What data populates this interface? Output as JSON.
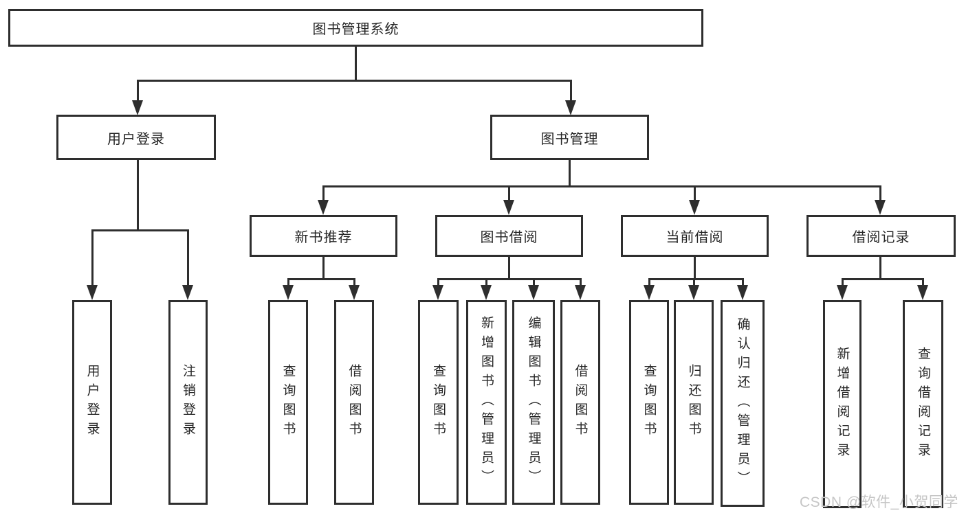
{
  "diagram": {
    "title": "图书管理系统",
    "watermark": "CSDN @软件_小贺同学",
    "colors": {
      "line": "#2e2e2e",
      "text": "#262626",
      "background": "#ffffff",
      "watermark": "#c6c6c6"
    },
    "nodes": {
      "root": {
        "label": "图书管理系统"
      },
      "login_branch": {
        "label": "用户登录"
      },
      "book_mgmt": {
        "label": "图书管理"
      },
      "new_book_rec": {
        "label": "新书推荐"
      },
      "book_borrow": {
        "label": "图书借阅"
      },
      "current_borrow": {
        "label": "当前借阅"
      },
      "borrow_record": {
        "label": "借阅记录"
      },
      "user_login": {
        "label": "用户登录"
      },
      "logout_login": {
        "label": "注销登录"
      },
      "query_book_a": {
        "label": "查询图书"
      },
      "borrow_book_a": {
        "label": "借阅图书"
      },
      "query_book_b": {
        "label": "查询图书"
      },
      "add_book_admin": {
        "label": "新增图书（管理员）"
      },
      "edit_book_admin": {
        "label": "编辑图书（管理员）"
      },
      "borrow_book_b": {
        "label": "借阅图书"
      },
      "query_book_c": {
        "label": "查询图书"
      },
      "return_book": {
        "label": "归还图书"
      },
      "confirm_return_admin": {
        "label": "确认归还（管理员）"
      },
      "add_borrow_record": {
        "label": "新增借阅记录"
      },
      "query_borrow_record": {
        "label": "查询借阅记录"
      }
    },
    "hierarchy": {
      "图书管理系统": {
        "用户登录": [
          "用户登录",
          "注销登录"
        ],
        "图书管理": {
          "新书推荐": [
            "查询图书",
            "借阅图书"
          ],
          "图书借阅": [
            "查询图书",
            "新增图书（管理员）",
            "编辑图书（管理员）",
            "借阅图书"
          ],
          "当前借阅": [
            "查询图书",
            "归还图书",
            "确认归还（管理员）"
          ],
          "借阅记录": [
            "新增借阅记录",
            "查询借阅记录"
          ]
        }
      }
    }
  }
}
